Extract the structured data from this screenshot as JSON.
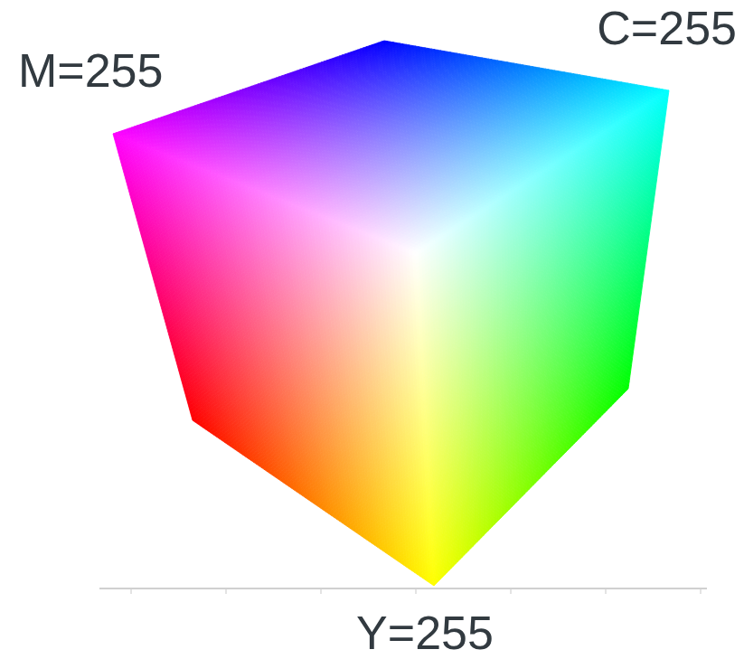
{
  "diagram": {
    "labels": [
      "M=255",
      "C=255",
      "Y=255"
    ]
  }
}
